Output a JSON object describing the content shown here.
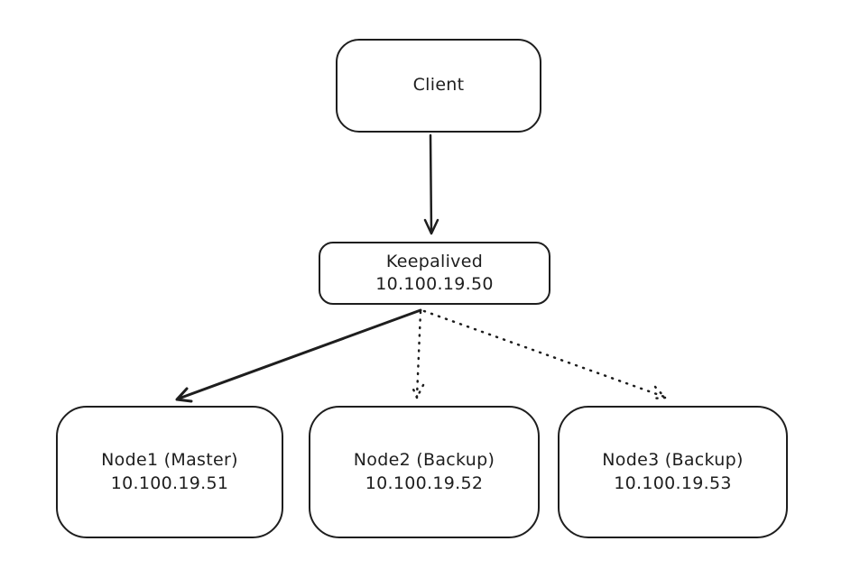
{
  "diagram": {
    "background_color": "#ffffff",
    "stroke_color": "#1e1e1e",
    "style": "hand-drawn",
    "nodes": {
      "client": {
        "label": "Client"
      },
      "keepalived": {
        "label": "Keepalived",
        "ip": "10.100.19.50"
      },
      "node1": {
        "label": "Node1 (Master)",
        "ip": "10.100.19.51"
      },
      "node2": {
        "label": "Node2 (Backup)",
        "ip": "10.100.19.52"
      },
      "node3": {
        "label": "Node3 (Backup)",
        "ip": "10.100.19.53"
      }
    },
    "edges": [
      {
        "from": "client",
        "to": "keepalived",
        "style": "solid",
        "arrowhead": "end"
      },
      {
        "from": "keepalived",
        "to": "node1",
        "style": "solid",
        "arrowhead": "end"
      },
      {
        "from": "keepalived",
        "to": "node2",
        "style": "dotted",
        "arrowhead": "end"
      },
      {
        "from": "keepalived",
        "to": "node3",
        "style": "dotted",
        "arrowhead": "end"
      }
    ]
  }
}
